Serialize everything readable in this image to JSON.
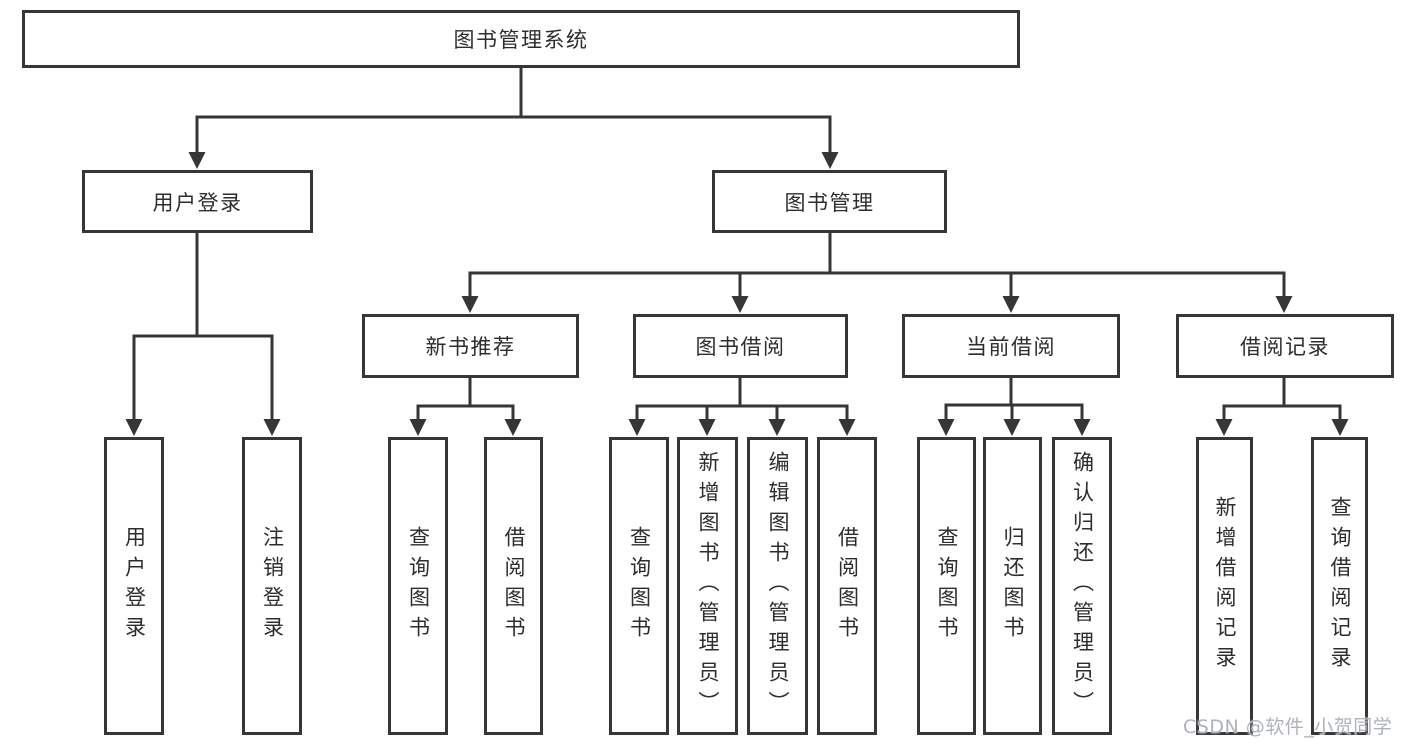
{
  "tree": {
    "root": {
      "label": "图书管理系统"
    },
    "branches": [
      {
        "label": "用户登录",
        "leaves": [
          "用户登录",
          "注销登录"
        ]
      },
      {
        "label": "图书管理",
        "sections": [
          {
            "label": "新书推荐",
            "leaves": [
              "查询图书",
              "借阅图书"
            ]
          },
          {
            "label": "图书借阅",
            "leaves": [
              "查询图书",
              "新增图书（管理员）",
              "编辑图书（管理员）",
              "借阅图书"
            ]
          },
          {
            "label": "当前借阅",
            "leaves": [
              "查询图书",
              "归还图书",
              "确认归还（管理员）"
            ]
          },
          {
            "label": "借阅记录",
            "leaves": [
              "新增借阅记录",
              "查询借阅记录"
            ]
          }
        ]
      }
    ]
  },
  "watermark": {
    "text": "CSDN @软件_小贺同学",
    "color": "#aeb3b9"
  },
  "colors": {
    "line": "#363636",
    "box_border": "#363636",
    "text": "#2d2d2d",
    "background": "#ffffff"
  }
}
